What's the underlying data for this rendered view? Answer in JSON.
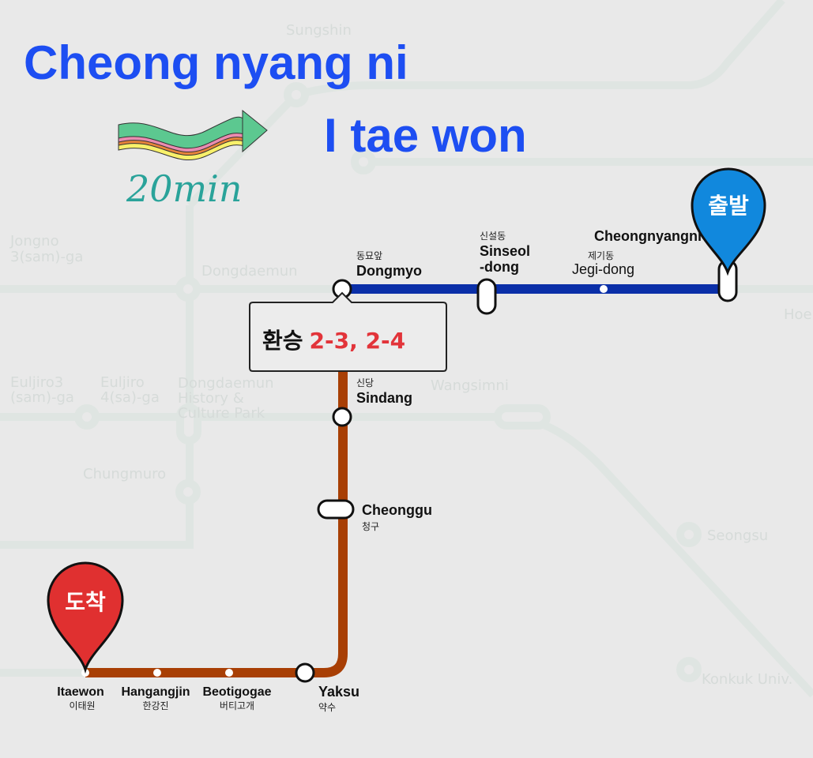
{
  "title": {
    "origin": "Cheong nyang ni",
    "destination": "I tae won",
    "duration": "20min"
  },
  "colors": {
    "line1": "#0a2fa8",
    "line6": "#a83f05",
    "title": "#1d4ef2",
    "origin_pin": "#1188dd",
    "dest_pin": "#e03030",
    "transfer_text": "#e2343a"
  },
  "origin_pin": {
    "label": "출발",
    "icon": "map-pin-icon"
  },
  "destination_pin": {
    "label": "도착",
    "icon": "map-pin-icon"
  },
  "transfer": {
    "label": "환승",
    "doors": "2-3, 2-4"
  },
  "stations": {
    "cheongnyangni": {
      "en": "Cheongnyangni"
    },
    "jegi": {
      "en": "Jegi-dong",
      "ko": "제기동"
    },
    "sinseol": {
      "en1": "Sinseol",
      "en2": "-dong",
      "ko": "신설동"
    },
    "dongmyo": {
      "en": "Dongmyo",
      "ko": "동묘앞"
    },
    "sindang": {
      "en": "Sindang",
      "ko": "신당"
    },
    "cheonggu": {
      "en": "Cheonggu",
      "ko": "청구"
    },
    "yaksu": {
      "en": "Yaksu",
      "ko": "약수"
    },
    "beotigogae": {
      "en": "Beotigogae",
      "ko": "버티고개"
    },
    "hangangjin": {
      "en": "Hangangjin",
      "ko": "한강진"
    },
    "itaewon": {
      "en": "Itaewon",
      "ko": "이태원"
    }
  },
  "background_labels": {
    "sungshin": "Sungshin",
    "jongno1": "Jongno",
    "jongno2": "3(sam)-ga",
    "dongdaemun": "Dongdaemun",
    "euljiro3a": "Euljiro3",
    "euljiro3b": "(sam)-ga",
    "euljiro4a": "Euljiro",
    "euljiro4b": "4(sa)-ga",
    "ddp1": "Dongdaemun",
    "ddp2": "History &",
    "ddp3": "Culture Park",
    "wangsimni": "Wangsimni",
    "chungmuro": "Chungmuro",
    "seongsu": "Seongsu",
    "konkuk": "Konkuk Univ.",
    "hoe": "Hoe"
  }
}
